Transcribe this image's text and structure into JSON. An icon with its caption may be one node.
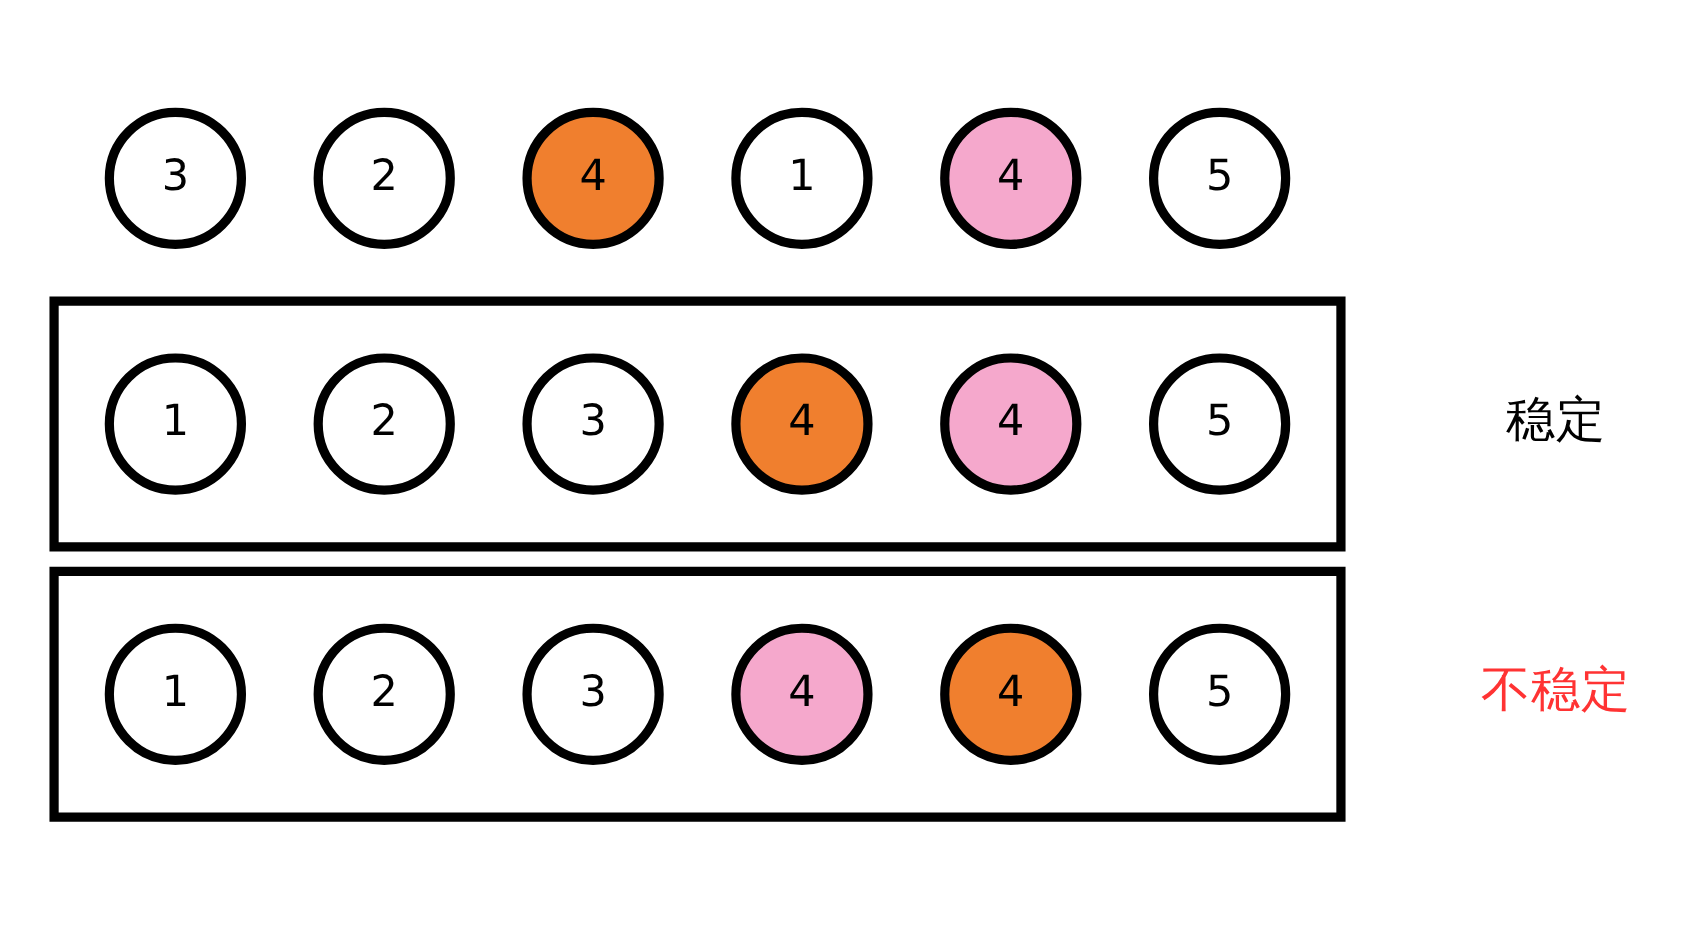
{
  "diagram": {
    "nodes": [
      {
        "text": [
          "3"
        ]
      },
      {
        "text": [
          "2"
        ]
      },
      {
        "text": [
          "4"
        ]
      },
      {
        "text": [
          "1"
        ]
      },
      {
        "text": [
          "4"
        ]
      },
      {
        "text": [
          "5"
        ]
      },
      {
        "text": [],
        "shape": "box",
        "beside": [
          "稳定"
        ]
      },
      {
        "text": [
          "1"
        ],
        "in": 6
      },
      {
        "text": [
          "2"
        ],
        "in": 6
      },
      {
        "text": [
          "3"
        ],
        "in": 6
      },
      {
        "text": [
          "4"
        ],
        "in": 6
      },
      {
        "text": [
          "4"
        ],
        "in": 6
      },
      {
        "text": [
          "5"
        ],
        "in": 6
      },
      {
        "text": [],
        "shape": "box",
        "beside": [
          "不稳定"
        ]
      },
      {
        "text": [
          "1"
        ],
        "in": 13
      },
      {
        "text": [
          "2"
        ],
        "in": 13
      },
      {
        "text": [
          "3"
        ],
        "in": 13
      },
      {
        "text": [
          "4"
        ],
        "in": 13
      },
      {
        "text": [
          "4"
        ],
        "in": 13
      },
      {
        "text": [
          "5"
        ],
        "in": 13
      }
    ],
    "edges": []
  }
}
